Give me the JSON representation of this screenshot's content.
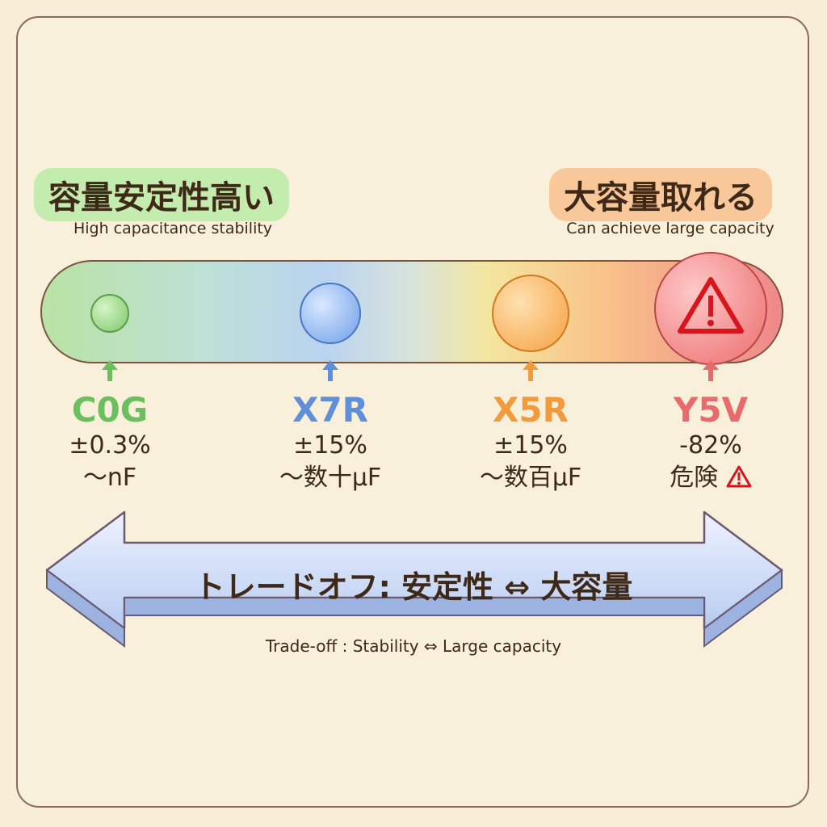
{
  "left_heading": {
    "title": "容量安定性高い",
    "subtitle": "High capacitance stability"
  },
  "right_heading": {
    "title": "大容量取れる",
    "subtitle": "Can achieve large capacity"
  },
  "dielectrics": [
    {
      "code": "C0G",
      "tolerance": "±0.3%",
      "capacity": "〜nF",
      "color": "#6cbf5e"
    },
    {
      "code": "X7R",
      "tolerance": "±15%",
      "capacity": "〜数十μF",
      "color": "#5f8fd8"
    },
    {
      "code": "X5R",
      "tolerance": "±15%",
      "capacity": "〜数百μF",
      "color": "#f29a3c"
    },
    {
      "code": "Y5V",
      "tolerance": "-82%",
      "capacity": "危険",
      "color": "#e86a6a",
      "icon": "warning-icon"
    }
  ],
  "tradeoff": {
    "title": "トレードオフ: 安定性 ⇔ 大容量",
    "subtitle": "Trade-off : Stability ⇔ Large capacity"
  }
}
